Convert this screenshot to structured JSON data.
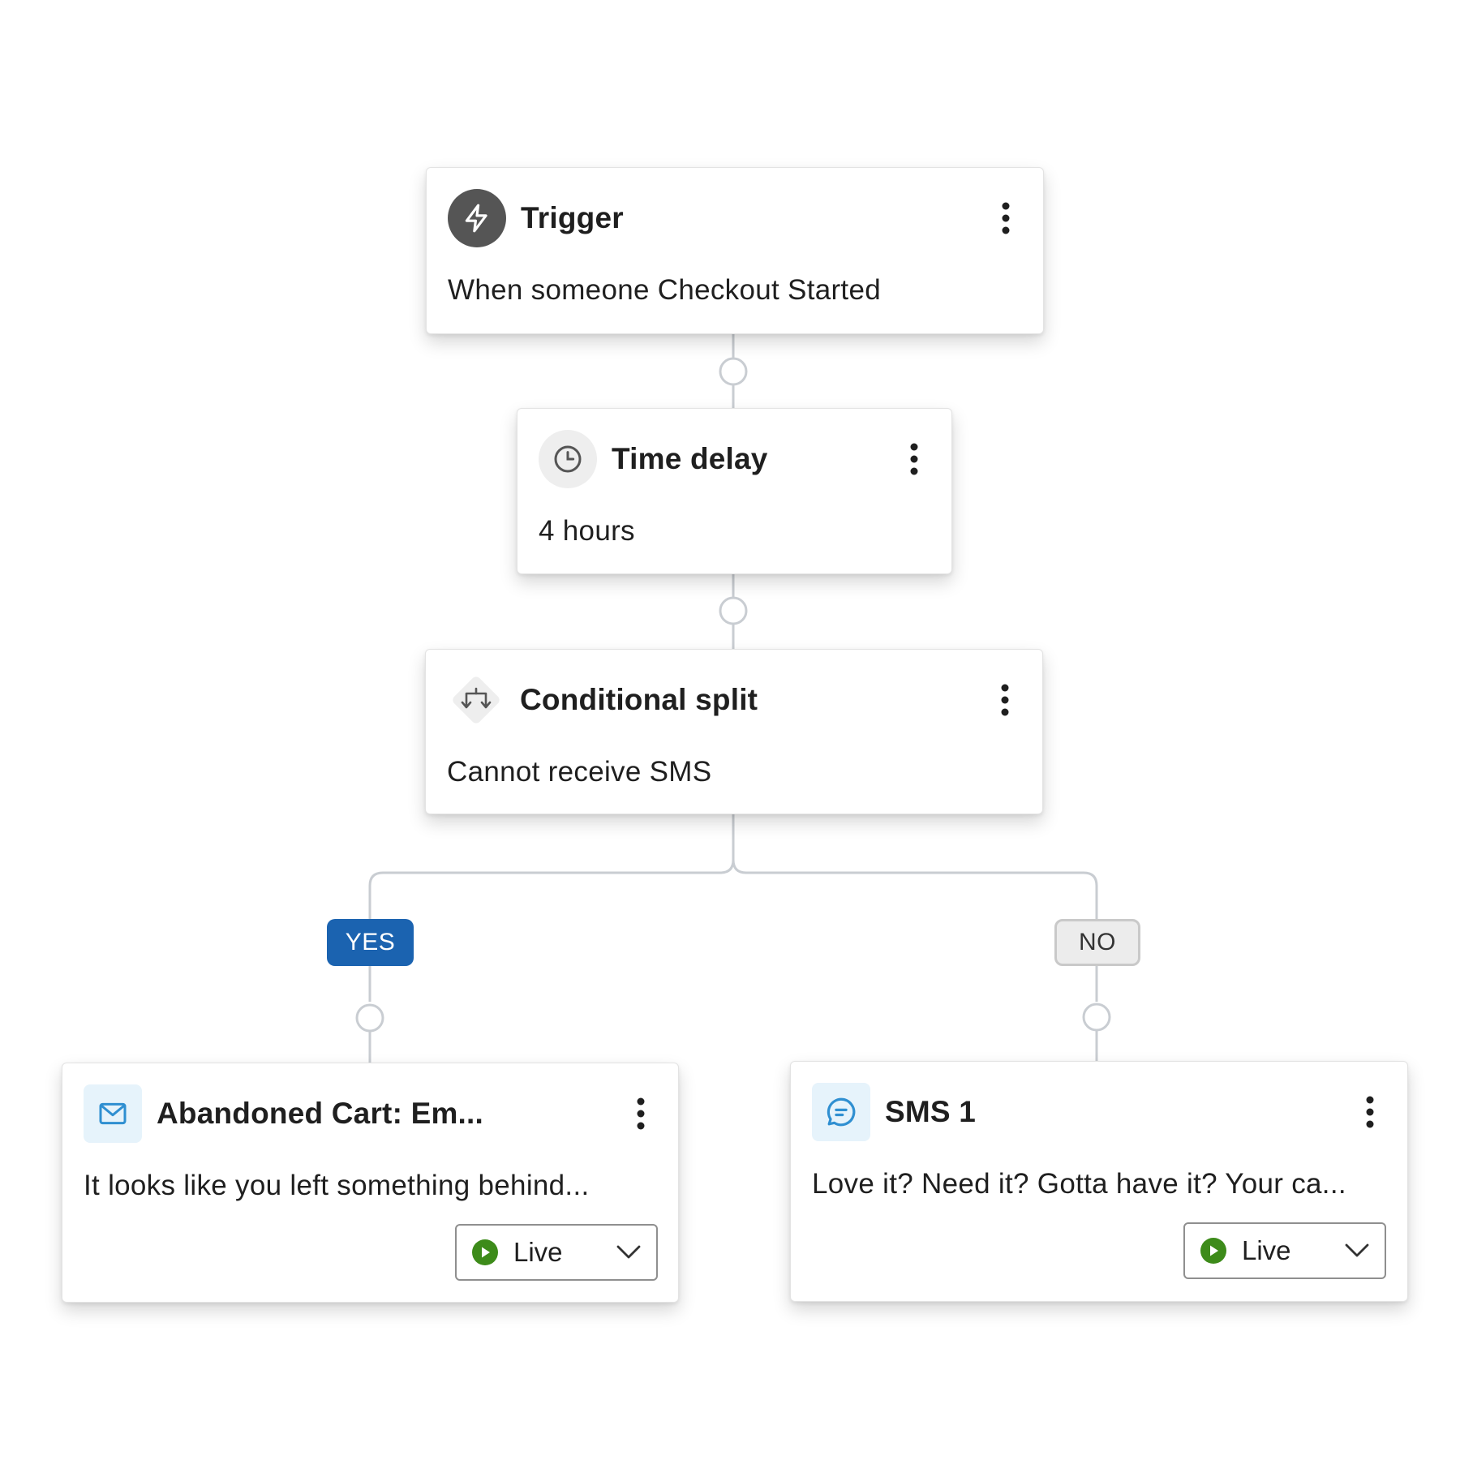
{
  "colors": {
    "connector": "#c9cdd2",
    "yes_badge": "#1b63b0",
    "no_badge_bg": "#ececec",
    "no_badge_border": "#c9c9c9",
    "live_green": "#3d8b1a",
    "trigger_icon_bg": "#555555",
    "email_icon_bg": "#e6f3fb",
    "email_icon_color": "#2f8fd1"
  },
  "nodes": {
    "trigger": {
      "title": "Trigger",
      "subtitle": "When someone Checkout Started",
      "icon": "lightning-bolt-icon"
    },
    "time_delay": {
      "title": "Time delay",
      "subtitle": "4 hours",
      "icon": "clock-icon"
    },
    "conditional_split": {
      "title": "Conditional split",
      "subtitle": "Cannot receive SMS",
      "icon": "split-arrows-icon"
    },
    "email": {
      "title": "Abandoned Cart: Em...",
      "subtitle": "It looks like you left something behind...",
      "icon": "envelope-icon",
      "status": "Live"
    },
    "sms": {
      "title": "SMS 1",
      "subtitle": "Love it? Need it? Gotta have it? Your ca...",
      "icon": "chat-bubble-icon",
      "status": "Live"
    }
  },
  "branches": {
    "yes_label": "YES",
    "no_label": "NO"
  }
}
